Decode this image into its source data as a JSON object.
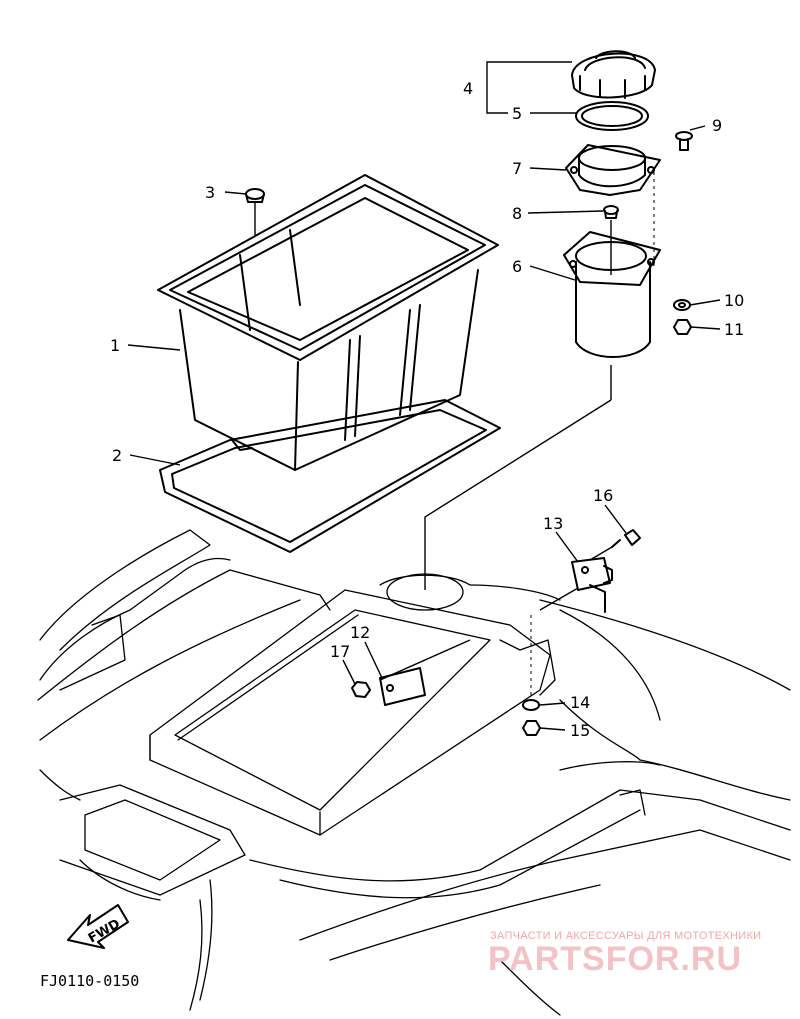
{
  "diagram": {
    "code": "FJ0110-0150",
    "fwd_label": "FWD",
    "callouts": [
      "1",
      "2",
      "3",
      "4",
      "5",
      "6",
      "7",
      "8",
      "9",
      "10",
      "11",
      "12",
      "13",
      "14",
      "15",
      "16",
      "17"
    ]
  },
  "watermark": {
    "tagline": "ЗАПЧАСТИ И АКСЕССУАРЫ ДЛЯ МОТОТЕХНИКИ",
    "brand": "PARTSFOR.RU",
    "color": "#e8474d"
  }
}
